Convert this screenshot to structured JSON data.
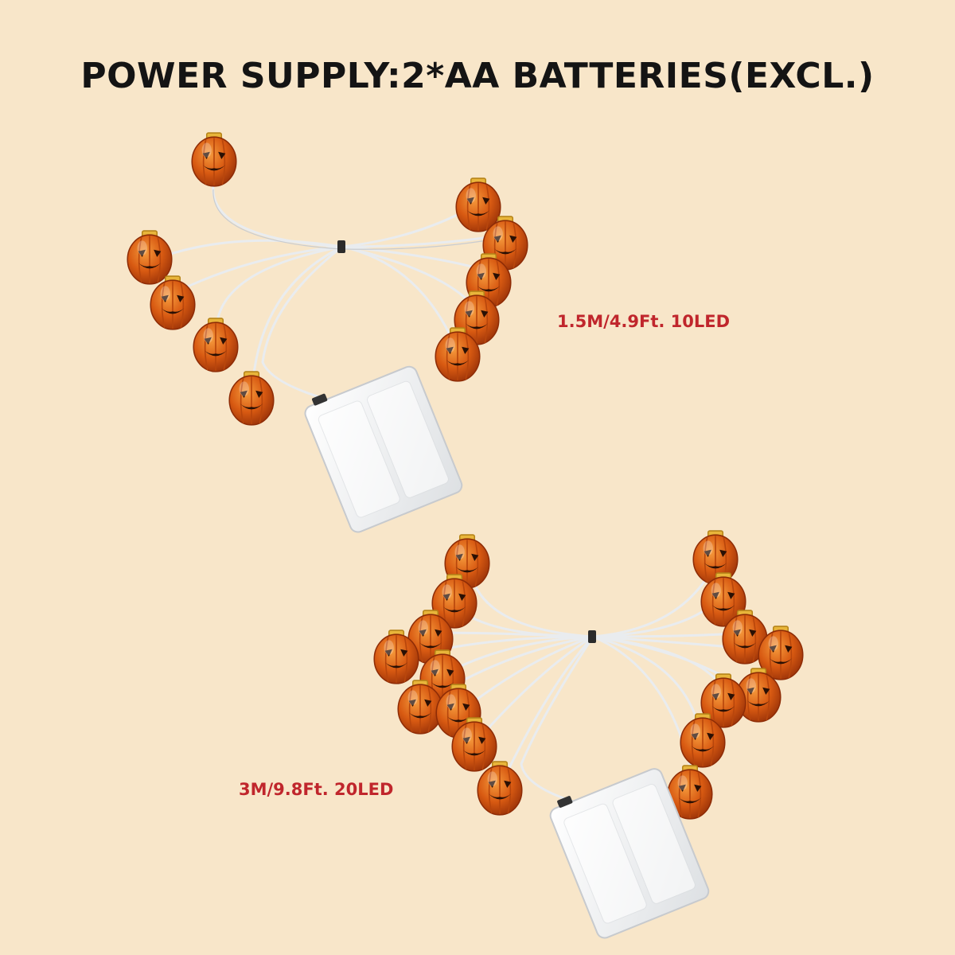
{
  "headline": "POWER SUPPLY:2*AA BATTERIES(EXCL.)",
  "variants": [
    {
      "label": "1.5M/4.9Ft. 10LED"
    },
    {
      "label": "3M/9.8Ft. 20LED"
    }
  ],
  "colors": {
    "background": "#f8e6c9",
    "headline": "#141414",
    "label": "#c0262c",
    "pumpkin": "#d85a12",
    "wire": "#e9ecef",
    "battery_box": "#f4f5f6"
  },
  "icons": [
    "pumpkin-bulb-icon",
    "battery-box-icon"
  ]
}
